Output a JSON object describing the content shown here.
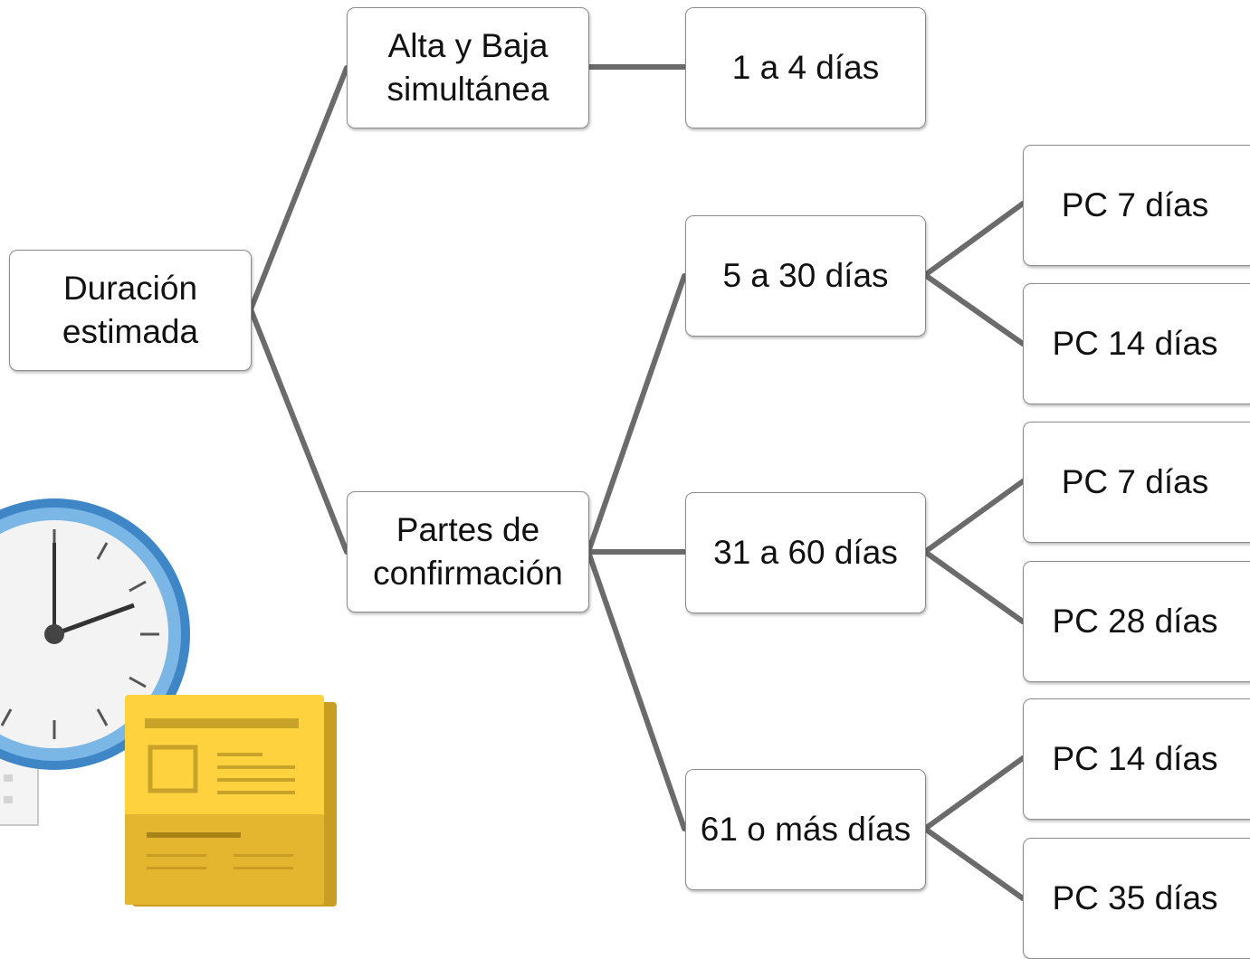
{
  "diagram": {
    "root": {
      "label": "Duración\nestimada"
    },
    "level1": [
      {
        "label": "Alta y Baja\nsimultánea"
      },
      {
        "label": "Partes de\nconfirmación"
      }
    ],
    "level2": [
      {
        "label": "1 a 4 días"
      },
      {
        "label": "5 a 30 días"
      },
      {
        "label": "31 a 60 días"
      },
      {
        "label": "61 o más días"
      }
    ],
    "level3": [
      {
        "label": "PC 7 días"
      },
      {
        "label": "PC 14 días"
      },
      {
        "label": "PC 7 días"
      },
      {
        "label": "PC 28 días"
      },
      {
        "label": "PC 14 días"
      },
      {
        "label": "PC 35 días"
      }
    ],
    "connector_color": "#6b6b6b"
  },
  "illustration": {
    "icons": [
      "clock-icon",
      "calendar-icon",
      "document-icon"
    ],
    "colors": {
      "clock_ring": "#4f97d3",
      "clock_face": "#f3f3f3",
      "calendar_header": "#2e9a4b",
      "document": "#fdd23e",
      "document_shade": "#e4b52e"
    }
  }
}
